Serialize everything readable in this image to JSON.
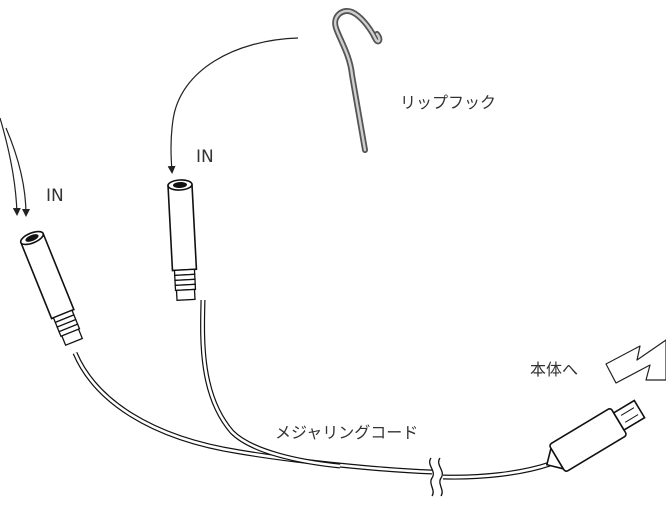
{
  "labels": {
    "lip_hook": "リップフック",
    "input_left": "IN",
    "input_right": "IN",
    "to_main_unit": "本体へ",
    "measuring_cord": "メジャリングコード"
  }
}
